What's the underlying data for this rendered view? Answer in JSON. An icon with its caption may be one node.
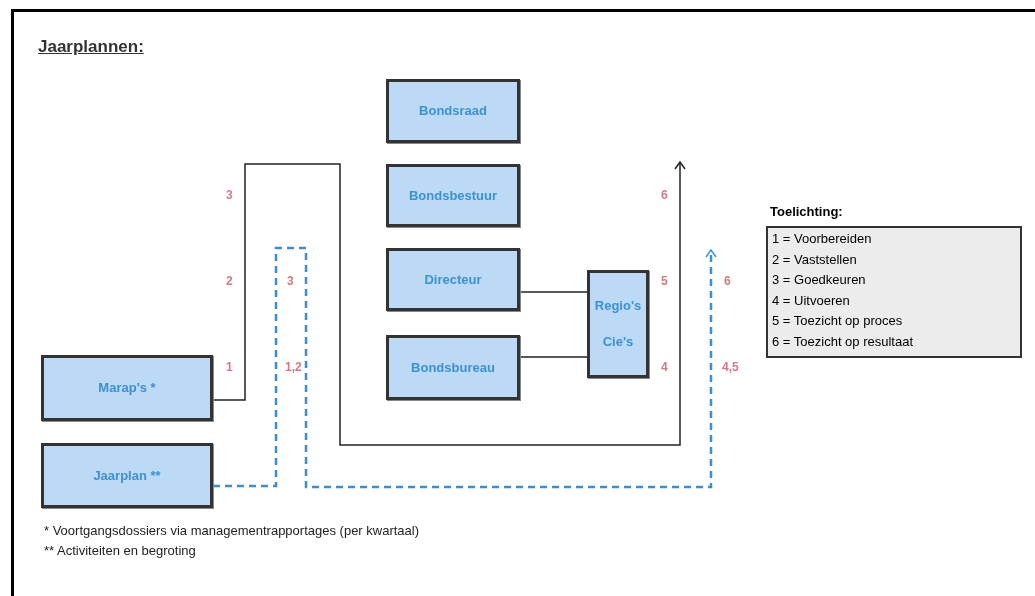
{
  "diagram": {
    "title": "Jaarplannen:",
    "nodes": [
      {
        "text": [
          "Bondsraad"
        ]
      },
      {
        "text": [
          "Bondsbestuur"
        ]
      },
      {
        "text": [
          "Directeur"
        ]
      },
      {
        "text": [
          "Bondsbureau"
        ]
      },
      {
        "text": [
          "Regio's",
          "Cie's"
        ]
      },
      {
        "text": [
          "Marap's *"
        ]
      },
      {
        "text": [
          "Jaarplan **"
        ]
      },
      {
        "text": [
          "Toelichting:",
          "1 = Voorbereiden",
          "2 = Vaststellen",
          "3 = Goedkeuren",
          "4 = Uitvoeren",
          "5 = Toezicht op proces",
          "6 = Toezicht op resultaat"
        ]
      }
    ],
    "edges": [
      {
        "from": 2,
        "to": 4,
        "arrow": "none"
      },
      {
        "from": 3,
        "to": 4,
        "arrow": "none"
      },
      {
        "from": 5,
        "to": null,
        "arrow": "to"
      },
      {
        "from": 6,
        "to": null,
        "arrow": "to",
        "style": "dashed",
        "color": "#3b8fd0"
      }
    ],
    "labels": [
      "3",
      "6",
      "2",
      "3",
      "5",
      "6",
      "1",
      "1,2",
      "4",
      "4,5",
      "* Voortgangsdossiers via managementrapportages (per kwartaal)",
      "** Activiteiten en begroting"
    ]
  }
}
